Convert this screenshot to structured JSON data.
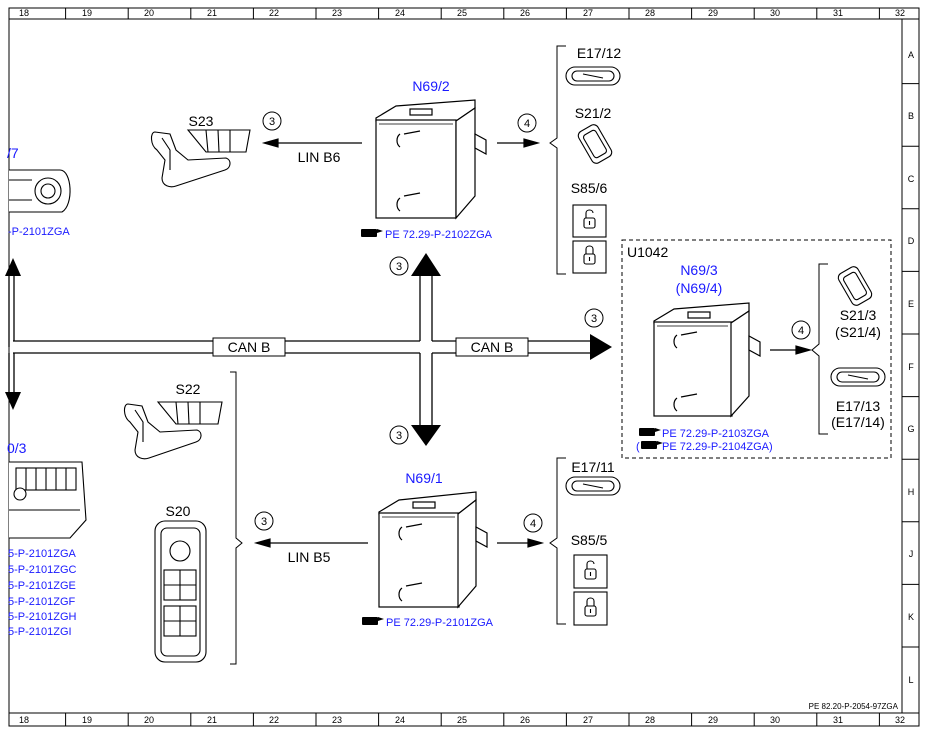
{
  "grid": {
    "columns": [
      "18",
      "19",
      "20",
      "21",
      "22",
      "23",
      "24",
      "25",
      "26",
      "27",
      "28",
      "29",
      "30",
      "31",
      "32"
    ],
    "rows": [
      "A",
      "B",
      "C",
      "D",
      "E",
      "F",
      "G",
      "H",
      "J",
      "K",
      "L"
    ]
  },
  "footer": {
    "code": "PE 82.20-P-2054-97ZGA"
  },
  "bus": {
    "can_left": "CAN B",
    "can_right": "CAN B",
    "lin_top": "LIN B6",
    "lin_bottom": "LIN B5"
  },
  "circles": {
    "c_lin_top": "3",
    "c_out_top": "4",
    "c_up": "3",
    "c_down": "3",
    "c_can_right": "3",
    "c_out_right": "4",
    "c_lin_bottom": "3",
    "c_out_bottom": "4"
  },
  "modules": {
    "n69_2": {
      "name": "N69/2",
      "ref": "PE 72.29-P-2102ZGA"
    },
    "n69_1": {
      "name": "N69/1",
      "ref": "PE 72.29-P-2101ZGA"
    },
    "n69_3": {
      "name": "N69/3",
      "name_alt": "(N69/4)",
      "ref1": "PE 72.29-P-2103ZGA",
      "ref2": "PE 72.29-P-2104ZGA)",
      "ref2_prefix": "("
    },
    "u1042": "U1042"
  },
  "components": {
    "s23": "S23",
    "s22": "S22",
    "s20": "S20",
    "e17_12": "E17/12",
    "s21_2": "S21/2",
    "s85_6": "S85/6",
    "e17_11": "E17/11",
    "s85_5": "S85/5",
    "s21_3": "S21/3",
    "s21_4": "(S21/4)",
    "e17_13": "E17/13",
    "e17_14": "(E17/14)"
  },
  "left_partial": {
    "top_label": "/7",
    "top_ref": "-P-2101ZGA",
    "bottom_label": "0/3",
    "refs": [
      "5-P-2101ZGA",
      "5-P-2101ZGC",
      "5-P-2101ZGE",
      "5-P-2101ZGF",
      "5-P-2101ZGH",
      "5-P-2101ZGI"
    ]
  }
}
